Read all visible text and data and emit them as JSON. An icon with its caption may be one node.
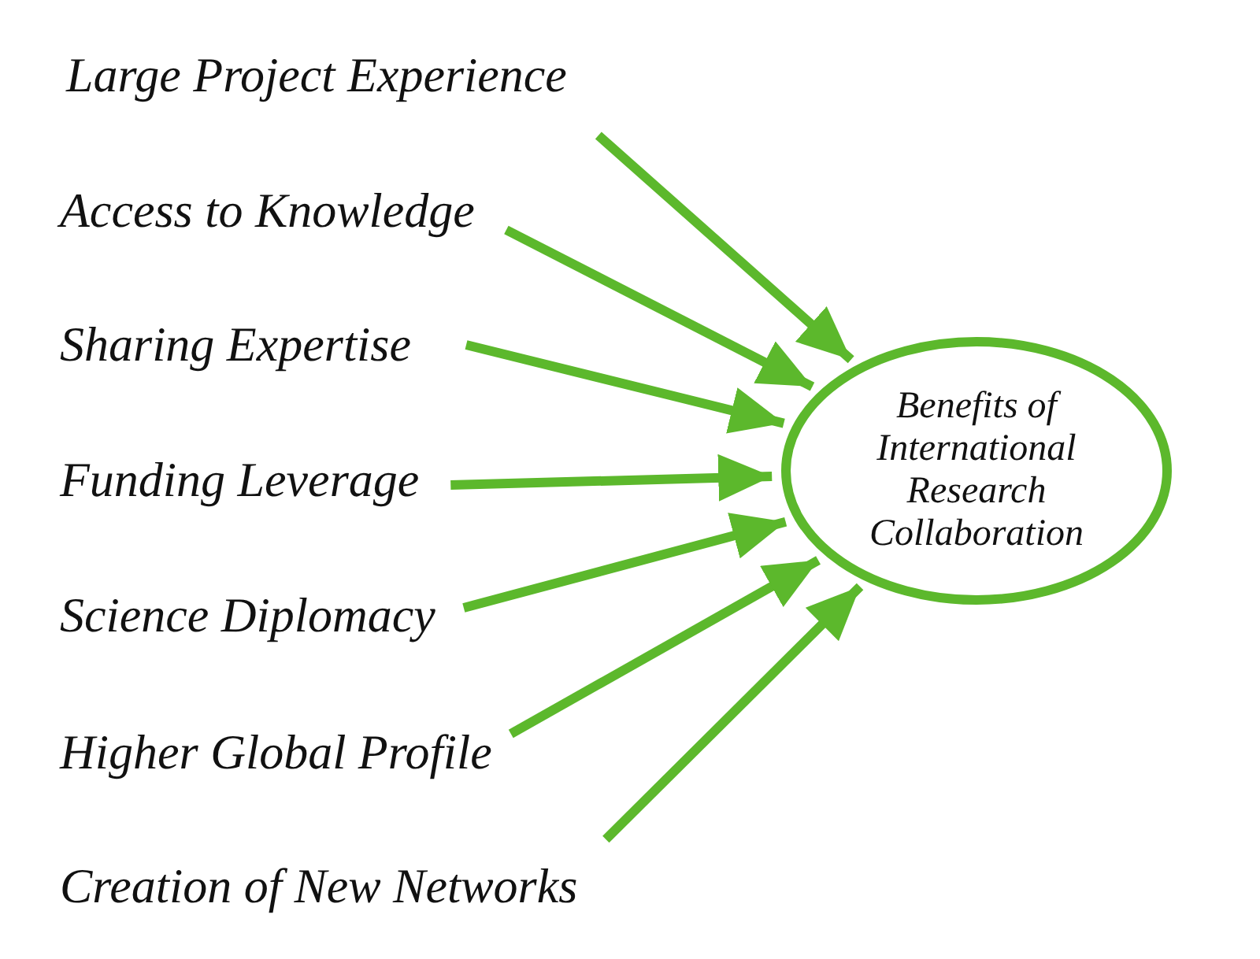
{
  "diagram": {
    "nodes": [
      {
        "text": [
          "Large Project Experience"
        ]
      },
      {
        "text": [
          "Access to Knowledge"
        ]
      },
      {
        "text": [
          "Sharing Expertise"
        ]
      },
      {
        "text": [
          "Funding Leverage"
        ]
      },
      {
        "text": [
          "Science Diplomacy"
        ]
      },
      {
        "text": [
          "Higher Global Profile"
        ]
      },
      {
        "text": [
          "Creation of New Networks"
        ]
      },
      {
        "text": [
          "Benefits of International Research Collaboration"
        ]
      }
    ],
    "edges": [
      {
        "from": 0,
        "to": 7,
        "arrow": "to"
      },
      {
        "from": 1,
        "to": 7,
        "arrow": "to"
      },
      {
        "from": 2,
        "to": 7,
        "arrow": "to"
      },
      {
        "from": 3,
        "to": 7,
        "arrow": "to"
      },
      {
        "from": 4,
        "to": 7,
        "arrow": "to"
      },
      {
        "from": 5,
        "to": 7,
        "arrow": "to"
      },
      {
        "from": 6,
        "to": 7,
        "arrow": "to"
      }
    ]
  }
}
